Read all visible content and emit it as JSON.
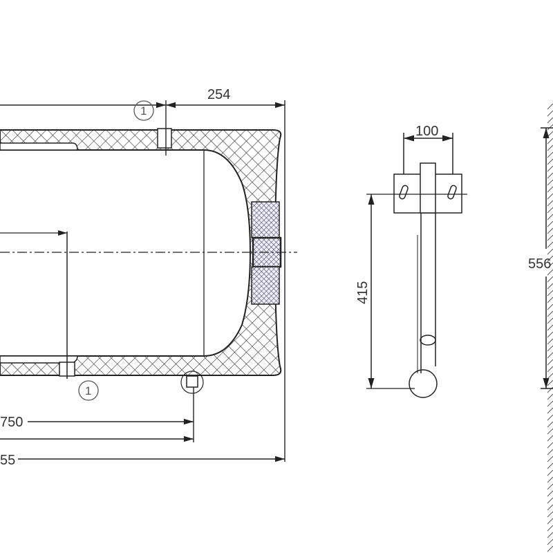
{
  "drawing": {
    "dimensions": {
      "top_right": "254",
      "bottom_inner": "750",
      "bottom_overall": "55",
      "bracket_width": "100",
      "bracket_height": "415",
      "side_height": "556"
    },
    "callouts": [
      "1",
      "1"
    ],
    "colors": {
      "line": "#222222",
      "text": "#333333"
    }
  }
}
